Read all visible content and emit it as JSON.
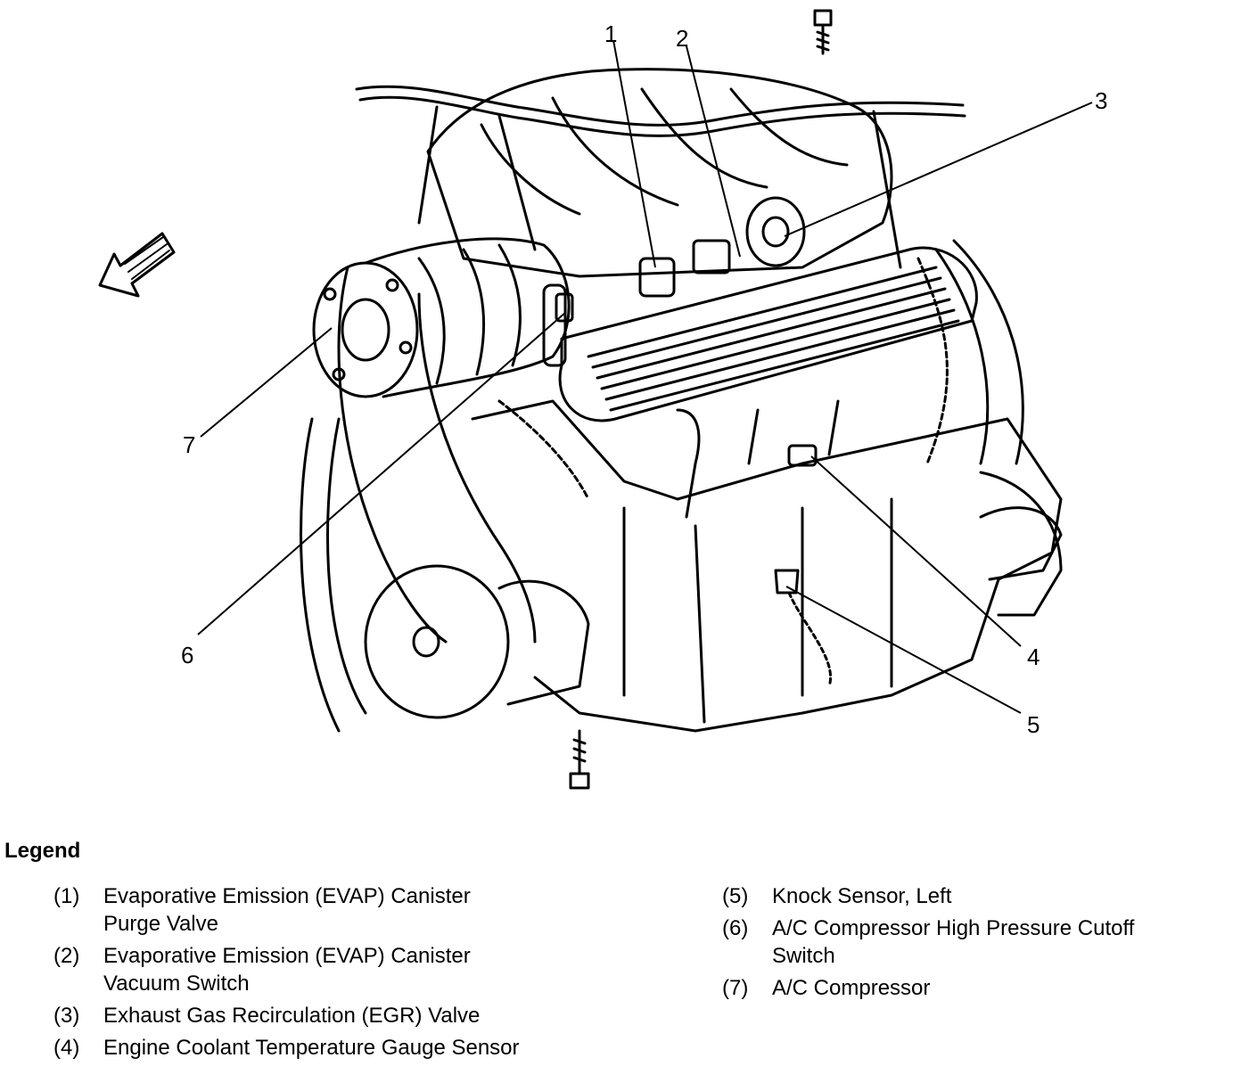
{
  "callouts": [
    "1",
    "2",
    "3",
    "4",
    "5",
    "6",
    "7"
  ],
  "legend": {
    "title": "Legend",
    "items": [
      {
        "num": "(1)",
        "text": "Evaporative Emission (EVAP) Canister\nPurge Valve"
      },
      {
        "num": "(2)",
        "text": "Evaporative Emission (EVAP) Canister\nVacuum Switch"
      },
      {
        "num": "(3)",
        "text": "Exhaust Gas Recirculation (EGR) Valve"
      },
      {
        "num": "(4)",
        "text": "Engine Coolant Temperature Gauge Sensor"
      },
      {
        "num": "(5)",
        "text": "Knock Sensor, Left"
      },
      {
        "num": "(6)",
        "text": "A/C Compressor High Pressure Cutoff\nSwitch"
      },
      {
        "num": "(7)",
        "text": "A/C Compressor"
      }
    ]
  }
}
